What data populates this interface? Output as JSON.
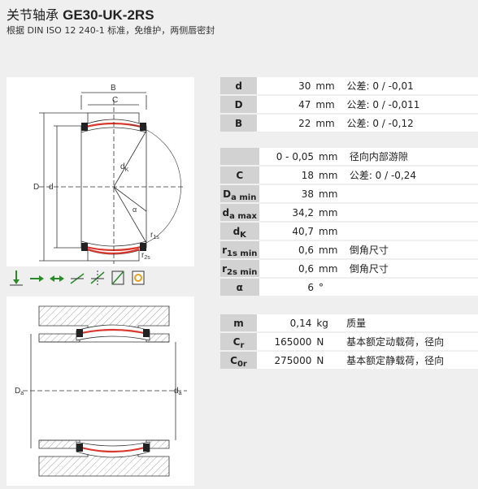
{
  "header": {
    "title_prefix": "关节轴承",
    "model": "GE30-UK-2RS",
    "subtitle": "根据 DIN ISO 12 240-1 标准，免维护，两侧唇密封"
  },
  "drawing1": {
    "labels": {
      "B": "B",
      "C": "C",
      "D": "D",
      "d": "d",
      "dK": "d",
      "dK_sub": "K",
      "alpha": "α",
      "r1s": "r",
      "r1s_sub": "1s",
      "r2s": "r",
      "r2s_sub": "2s"
    }
  },
  "drawing2": {
    "labels": {
      "Da": "D",
      "Da_sub": "a",
      "da": "d",
      "da_sub": "a"
    }
  },
  "icons": [
    "radial-load-icon",
    "axial-load-icon",
    "combined-load-icon",
    "tilt-icon",
    "misalignment-icon",
    "seal-icon",
    "maintenance-free-icon"
  ],
  "table1": [
    {
      "sym": "d",
      "sub": "",
      "val": "30",
      "unit": "mm",
      "note": "公差: 0 / -0,01"
    },
    {
      "sym": "D",
      "sub": "",
      "val": "47",
      "unit": "mm",
      "note": "公差: 0 / -0,011"
    },
    {
      "sym": "B",
      "sub": "",
      "val": "22",
      "unit": "mm",
      "note": "公差: 0 / -0,12"
    }
  ],
  "table2": [
    {
      "sym": "",
      "sub": "",
      "val": "0 - 0,05",
      "unit": "mm",
      "note": "径向内部游隙"
    },
    {
      "sym": "C",
      "sub": "",
      "val": "18",
      "unit": "mm",
      "note": "公差: 0 / -0,24"
    },
    {
      "sym": "D",
      "sub": "a min",
      "val": "38",
      "unit": "mm",
      "note": ""
    },
    {
      "sym": "d",
      "sub": "a max",
      "val": "34,2",
      "unit": "mm",
      "note": ""
    },
    {
      "sym": "d",
      "sub": "K",
      "val": "40,7",
      "unit": "mm",
      "note": ""
    },
    {
      "sym": "r",
      "sub": "1s min",
      "val": "0,6",
      "unit": "mm",
      "note": "倒角尺寸"
    },
    {
      "sym": "r",
      "sub": "2s min",
      "val": "0,6",
      "unit": "mm",
      "note": "倒角尺寸"
    },
    {
      "sym": "α",
      "sub": "",
      "val": "6",
      "unit": "°",
      "note": ""
    }
  ],
  "table3": [
    {
      "sym": "m",
      "sub": "",
      "val": "0,14",
      "unit": "kg",
      "note": "质量"
    },
    {
      "sym": "C",
      "sub": "r",
      "val": "165000",
      "unit": "N",
      "note": "基本额定动载荷，径向"
    },
    {
      "sym": "C",
      "sub": "0r",
      "val": "275000",
      "unit": "N",
      "note": "基本额定静载荷，径向"
    }
  ]
}
